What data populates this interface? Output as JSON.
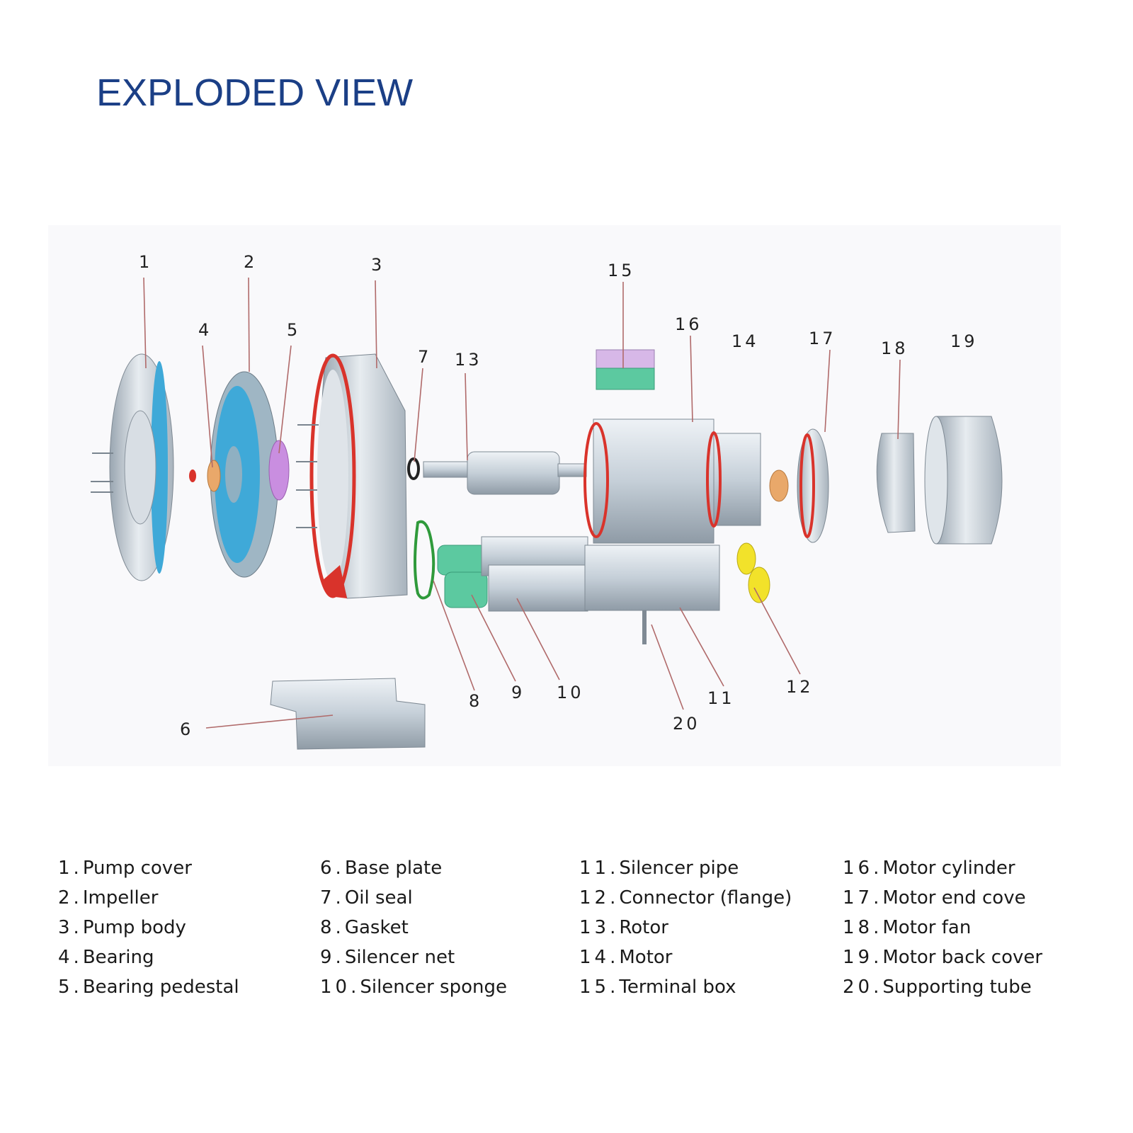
{
  "title": "EXPLODED VIEW",
  "callouts": [
    "1",
    "2",
    "3",
    "4",
    "5",
    "6",
    "7",
    "8",
    "9",
    "10",
    "11",
    "12",
    "13",
    "14",
    "15",
    "16",
    "17",
    "18",
    "19",
    "20"
  ],
  "legend": [
    [
      {
        "n": "1.",
        "t": "Pump cover"
      },
      {
        "n": "2.",
        "t": "Impeller"
      },
      {
        "n": "3.",
        "t": "Pump body"
      },
      {
        "n": "4.",
        "t": "Bearing"
      },
      {
        "n": "5.",
        "t": "Bearing pedestal"
      }
    ],
    [
      {
        "n": "6.",
        "t": "Base plate"
      },
      {
        "n": "7.",
        "t": "Oil seal"
      },
      {
        "n": "8.",
        "t": "Gasket"
      },
      {
        "n": "9.",
        "t": "Silencer net"
      },
      {
        "n": "10.",
        "t": "Silencer sponge"
      }
    ],
    [
      {
        "n": "11.",
        "t": "Silencer pipe"
      },
      {
        "n": "12.",
        "t": "Connector (flange)"
      },
      {
        "n": "13.",
        "t": "Rotor"
      },
      {
        "n": "14.",
        "t": "Motor"
      },
      {
        "n": "15.",
        "t": "Terminal box"
      }
    ],
    [
      {
        "n": "16.",
        "t": "Motor cylinder"
      },
      {
        "n": "17.",
        "t": "Motor end cove"
      },
      {
        "n": "18.",
        "t": "Motor fan"
      },
      {
        "n": "19.",
        "t": "Motor back cover"
      },
      {
        "n": "20.",
        "t": "Supporting tube"
      }
    ]
  ],
  "colors": {
    "title": "#1b3f86",
    "leader": "#b06a6a",
    "metal": "#c9d3dc",
    "blue_part": "#3fa9d8",
    "red_part": "#d9332b",
    "green_part": "#5cc9a0",
    "yellow_part": "#f2e22a",
    "purple_part": "#c98ee0",
    "orange_part": "#e9a86a"
  }
}
